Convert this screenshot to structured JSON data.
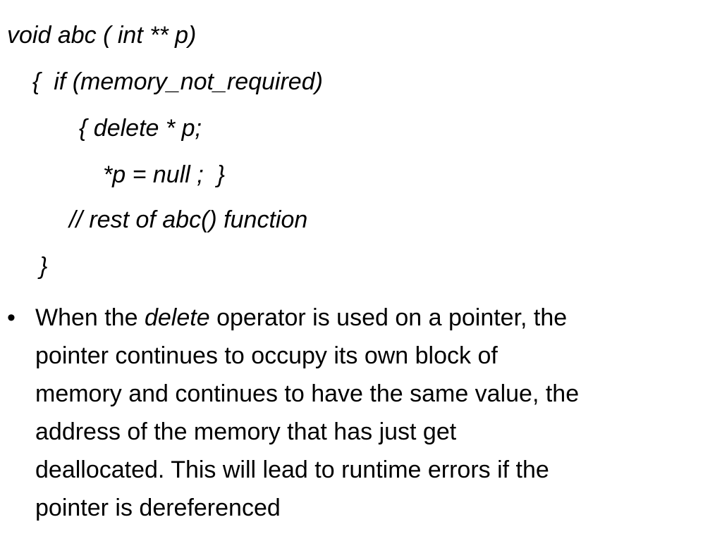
{
  "code": {
    "lines": [
      "void abc ( int ** p)",
      "{  if (memory_not_required)",
      "{ delete * p;",
      "*p = null ;  }",
      "// rest of abc() function",
      "}"
    ]
  },
  "bullet": {
    "mark": "•",
    "lines": [
      {
        "before": "When the ",
        "emphasis": "delete",
        "after": " operator is used on a pointer, the"
      },
      {
        "text": "pointer continues to occupy its own block of"
      },
      {
        "text": "memory and continues to have the same value, the"
      },
      {
        "text": "address of the memory that has just get"
      },
      {
        "text": "deallocated. This will lead to runtime errors if the"
      },
      {
        "text": "pointer is dereferenced"
      }
    ]
  }
}
